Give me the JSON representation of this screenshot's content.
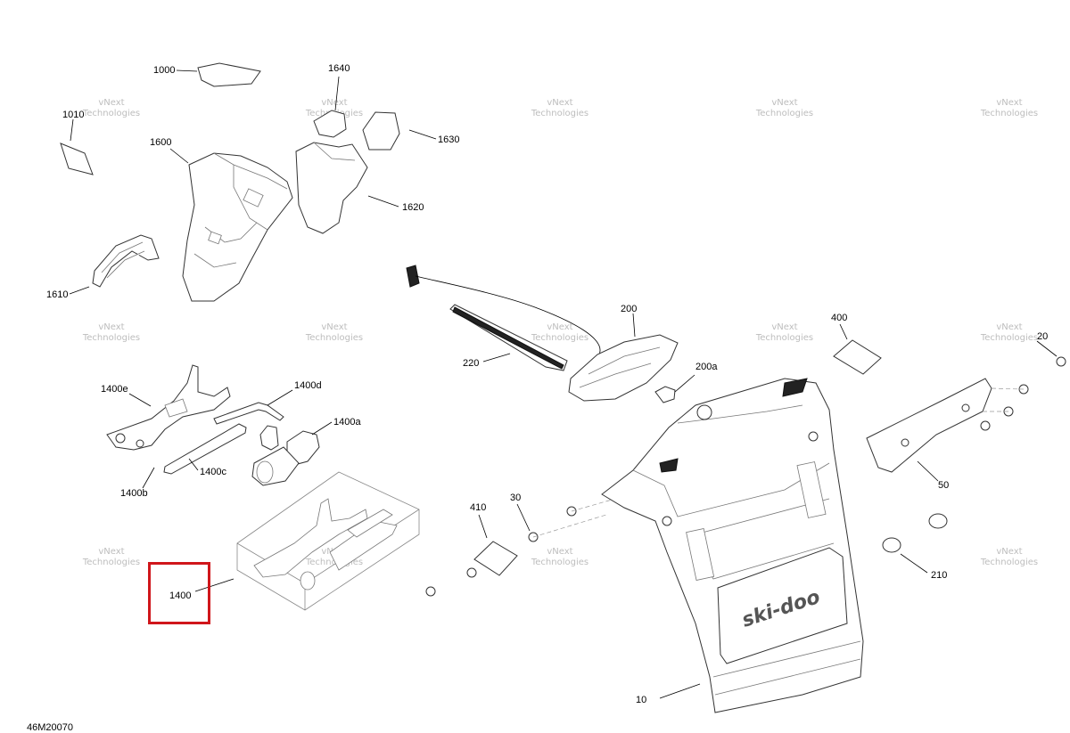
{
  "diagram_id": "46M20070",
  "watermark": {
    "line1": "vNext",
    "line2": "Technologies"
  },
  "selected_part": "1400",
  "brand_logo_text": "ski-doo",
  "callouts": [
    {
      "id": "c1000",
      "label": "1000"
    },
    {
      "id": "c1010",
      "label": "1010"
    },
    {
      "id": "c1640",
      "label": "1640"
    },
    {
      "id": "c1630",
      "label": "1630"
    },
    {
      "id": "c1600",
      "label": "1600"
    },
    {
      "id": "c1620",
      "label": "1620"
    },
    {
      "id": "c1610",
      "label": "1610"
    },
    {
      "id": "c200",
      "label": "200"
    },
    {
      "id": "c220",
      "label": "220"
    },
    {
      "id": "c200a",
      "label": "200a"
    },
    {
      "id": "c400",
      "label": "400"
    },
    {
      "id": "c20",
      "label": "20"
    },
    {
      "id": "c1400e",
      "label": "1400e"
    },
    {
      "id": "c1400d",
      "label": "1400d"
    },
    {
      "id": "c1400a",
      "label": "1400a"
    },
    {
      "id": "c1400c",
      "label": "1400c"
    },
    {
      "id": "c1400b",
      "label": "1400b"
    },
    {
      "id": "c410",
      "label": "410"
    },
    {
      "id": "c30",
      "label": "30"
    },
    {
      "id": "c50",
      "label": "50"
    },
    {
      "id": "c210",
      "label": "210"
    },
    {
      "id": "c1400",
      "label": "1400"
    },
    {
      "id": "c10",
      "label": "10"
    }
  ]
}
